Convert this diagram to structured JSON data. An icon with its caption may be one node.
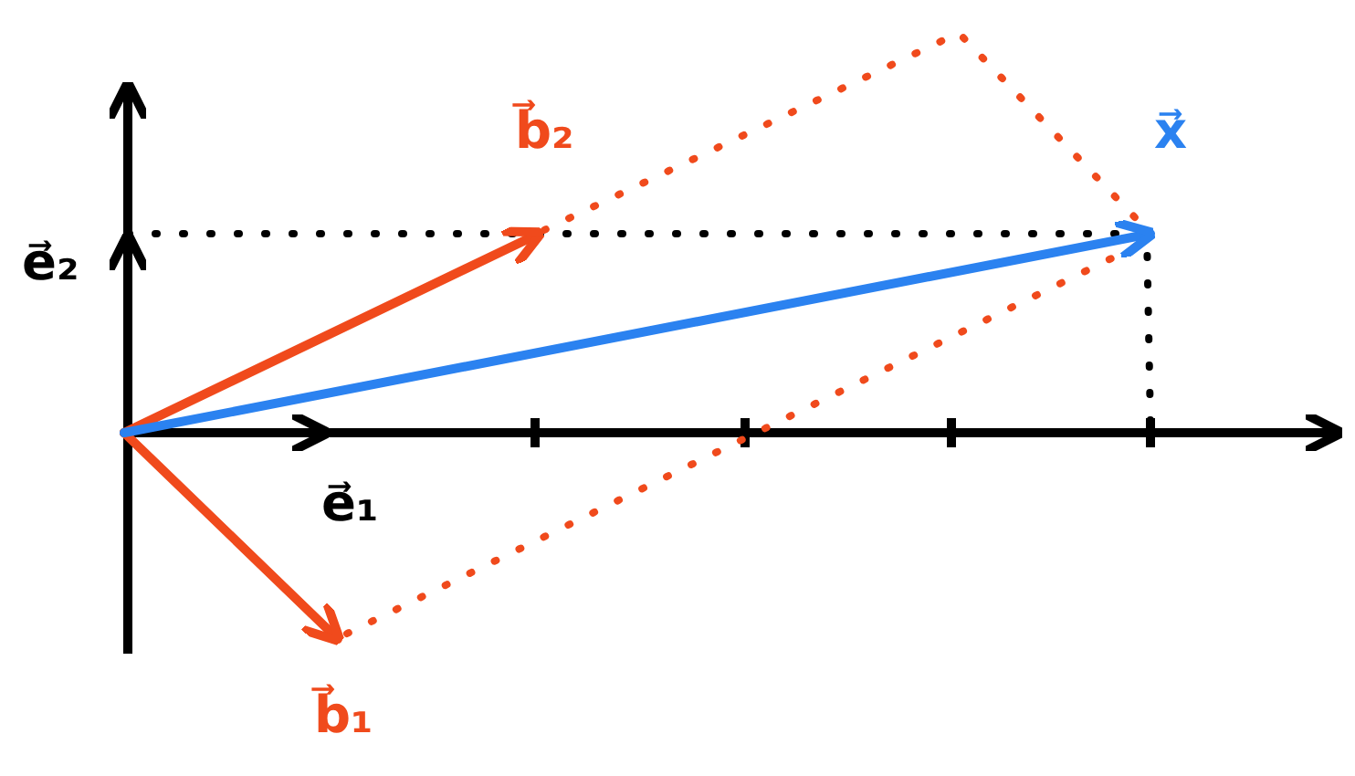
{
  "diagram": {
    "labels": [
      "b⃗₂",
      "x⃗",
      "e⃗₂",
      "e⃗₁",
      "b⃗₁"
    ]
  }
}
